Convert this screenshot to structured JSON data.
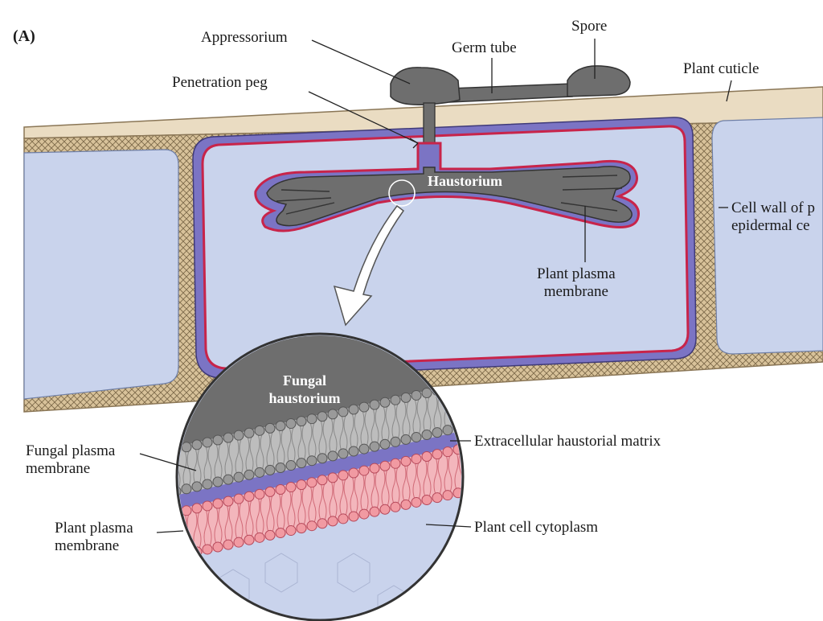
{
  "panel_label": "(A)",
  "labels": {
    "appressorium": "Appressorium",
    "germ_tube": "Germ tube",
    "spore": "Spore",
    "plant_cuticle": "Plant cuticle",
    "penetration_peg": "Penetration peg",
    "haustorium": "Haustorium",
    "cell_wall_line1": "Cell wall of p",
    "cell_wall_line2": "epidermal ce",
    "plant_plasma_membrane_line1": "Plant plasma",
    "plant_plasma_membrane_line2": "membrane",
    "fungal_haustorium_line1": "Fungal",
    "fungal_haustorium_line2": "haustorium",
    "fungal_plasma_membrane_line1": "Fungal plasma",
    "fungal_plasma_membrane_line2": "membrane",
    "extracellular_matrix": "Extracellular haustorial matrix",
    "plant_plasma_membrane2_line1": "Plant plasma",
    "plant_plasma_membrane2_line2": "membrane",
    "plant_cell_cytoplasm": "Plant cell cytoplasm"
  },
  "colors": {
    "cytoplasm": "#c9d3ec",
    "cell_wall": "#d8c29a",
    "cuticle": "#eadcc2",
    "fungus": "#6e6e6e",
    "fungus_dark": "#4d4d4d",
    "plasma_membrane": "#c8244a",
    "matrix": "#7b74c4",
    "plant_lipid": "#f19aa2",
    "fungal_lipid": "#a9a9a9"
  }
}
